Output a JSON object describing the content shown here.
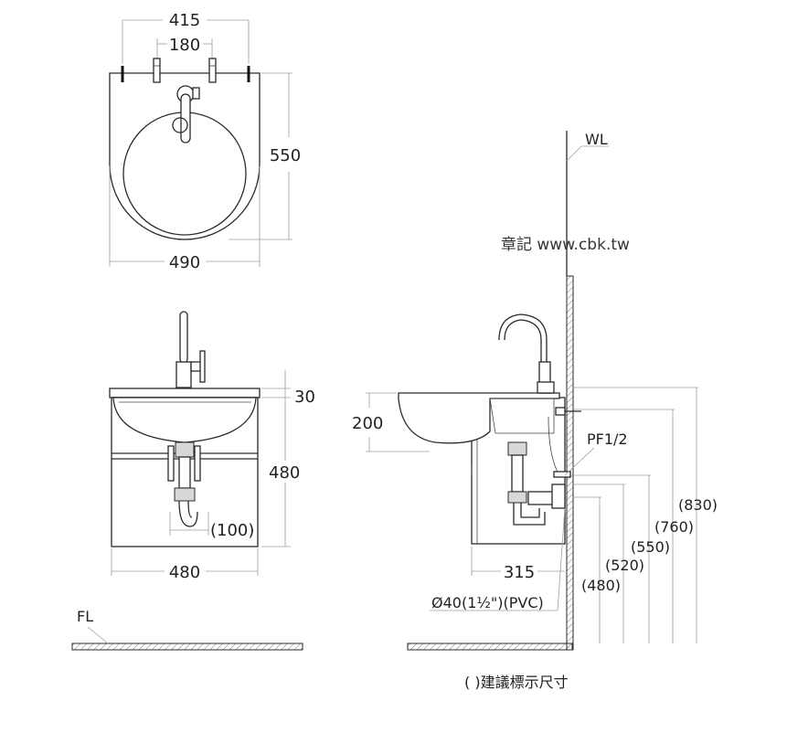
{
  "top_view": {
    "overall_width": "415",
    "tap_spacing": "180",
    "depth": "550",
    "basin_width": "490"
  },
  "front_view": {
    "rim": "30",
    "height": "480",
    "trap_offset": "(100)",
    "cabinet_width": "480"
  },
  "side_view": {
    "wall_label": "WL",
    "floor_label": "FL",
    "bowl_depth": "200",
    "supply_label": "PF1/2",
    "heights": [
      "(830)",
      "(760)",
      "(550)",
      "(520)",
      "(480)"
    ],
    "cabinet_depth": "315",
    "drain_label": "Ø40(1½\")(PVC)"
  },
  "watermark": "章記 www.cbk.tw",
  "footnote": "( )建議標示尺寸"
}
